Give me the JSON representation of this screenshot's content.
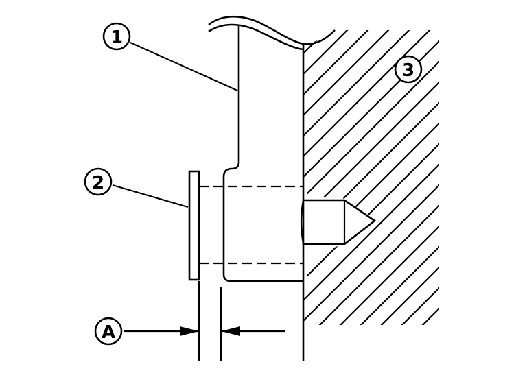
{
  "diagram": {
    "colors": {
      "ink": "#000000",
      "paper": "#ffffff"
    },
    "callouts": [
      {
        "id": "part-1",
        "label": "1"
      },
      {
        "id": "part-2",
        "label": "2"
      },
      {
        "id": "part-3",
        "label": "3"
      },
      {
        "id": "dimension-a",
        "label": "A"
      }
    ]
  }
}
